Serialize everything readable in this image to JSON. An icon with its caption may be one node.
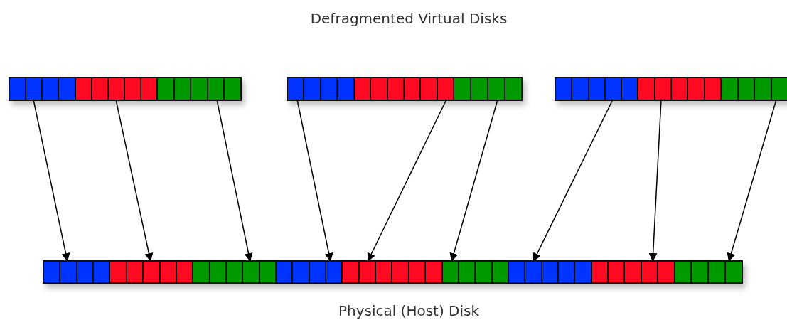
{
  "diagram": {
    "nodes": [
      {
        "text": [],
        "shape": "bar"
      },
      {
        "text": [],
        "shape": "bar",
        "in": 0
      },
      {
        "text": [],
        "shape": "bar",
        "in": 0
      },
      {
        "text": [],
        "shape": "bar",
        "in": 0
      },
      {
        "text": [],
        "shape": "bar"
      },
      {
        "text": [],
        "shape": "bar",
        "in": 4
      },
      {
        "text": [],
        "shape": "bar",
        "in": 4
      },
      {
        "text": [],
        "shape": "bar",
        "in": 4
      },
      {
        "text": [],
        "shape": "bar"
      },
      {
        "text": [],
        "shape": "bar",
        "in": 8
      },
      {
        "text": [],
        "shape": "bar",
        "in": 8
      },
      {
        "text": [],
        "shape": "bar",
        "in": 8
      },
      {
        "text": [],
        "shape": "bar"
      },
      {
        "text": [],
        "shape": "bar",
        "in": 12
      },
      {
        "text": [],
        "shape": "bar",
        "in": 12
      },
      {
        "text": [],
        "shape": "bar",
        "in": 12
      },
      {
        "text": [],
        "shape": "bar",
        "in": 12
      },
      {
        "text": [],
        "shape": "bar",
        "in": 12
      },
      {
        "text": [],
        "shape": "bar",
        "in": 12
      },
      {
        "text": [],
        "shape": "bar",
        "in": 12
      },
      {
        "text": [],
        "shape": "bar",
        "in": 12
      },
      {
        "text": [],
        "shape": "bar",
        "in": 12
      }
    ],
    "edges": [
      {
        "from": 1,
        "to": 13,
        "arrow": "to"
      },
      {
        "from": 2,
        "to": 14,
        "arrow": "to"
      },
      {
        "from": 3,
        "to": 15,
        "arrow": "to"
      },
      {
        "from": 5,
        "to": 16,
        "arrow": "to"
      },
      {
        "from": 6,
        "to": 17,
        "arrow": "to"
      },
      {
        "from": 7,
        "to": 18,
        "arrow": "to"
      },
      {
        "from": 9,
        "to": 19,
        "arrow": "to"
      },
      {
        "from": 10,
        "to": 20,
        "arrow": "to"
      },
      {
        "from": 11,
        "to": 21,
        "arrow": "to"
      }
    ],
    "labels": [
      "Defragmented Virtual Disks",
      "Physical (Host) Disk"
    ]
  }
}
